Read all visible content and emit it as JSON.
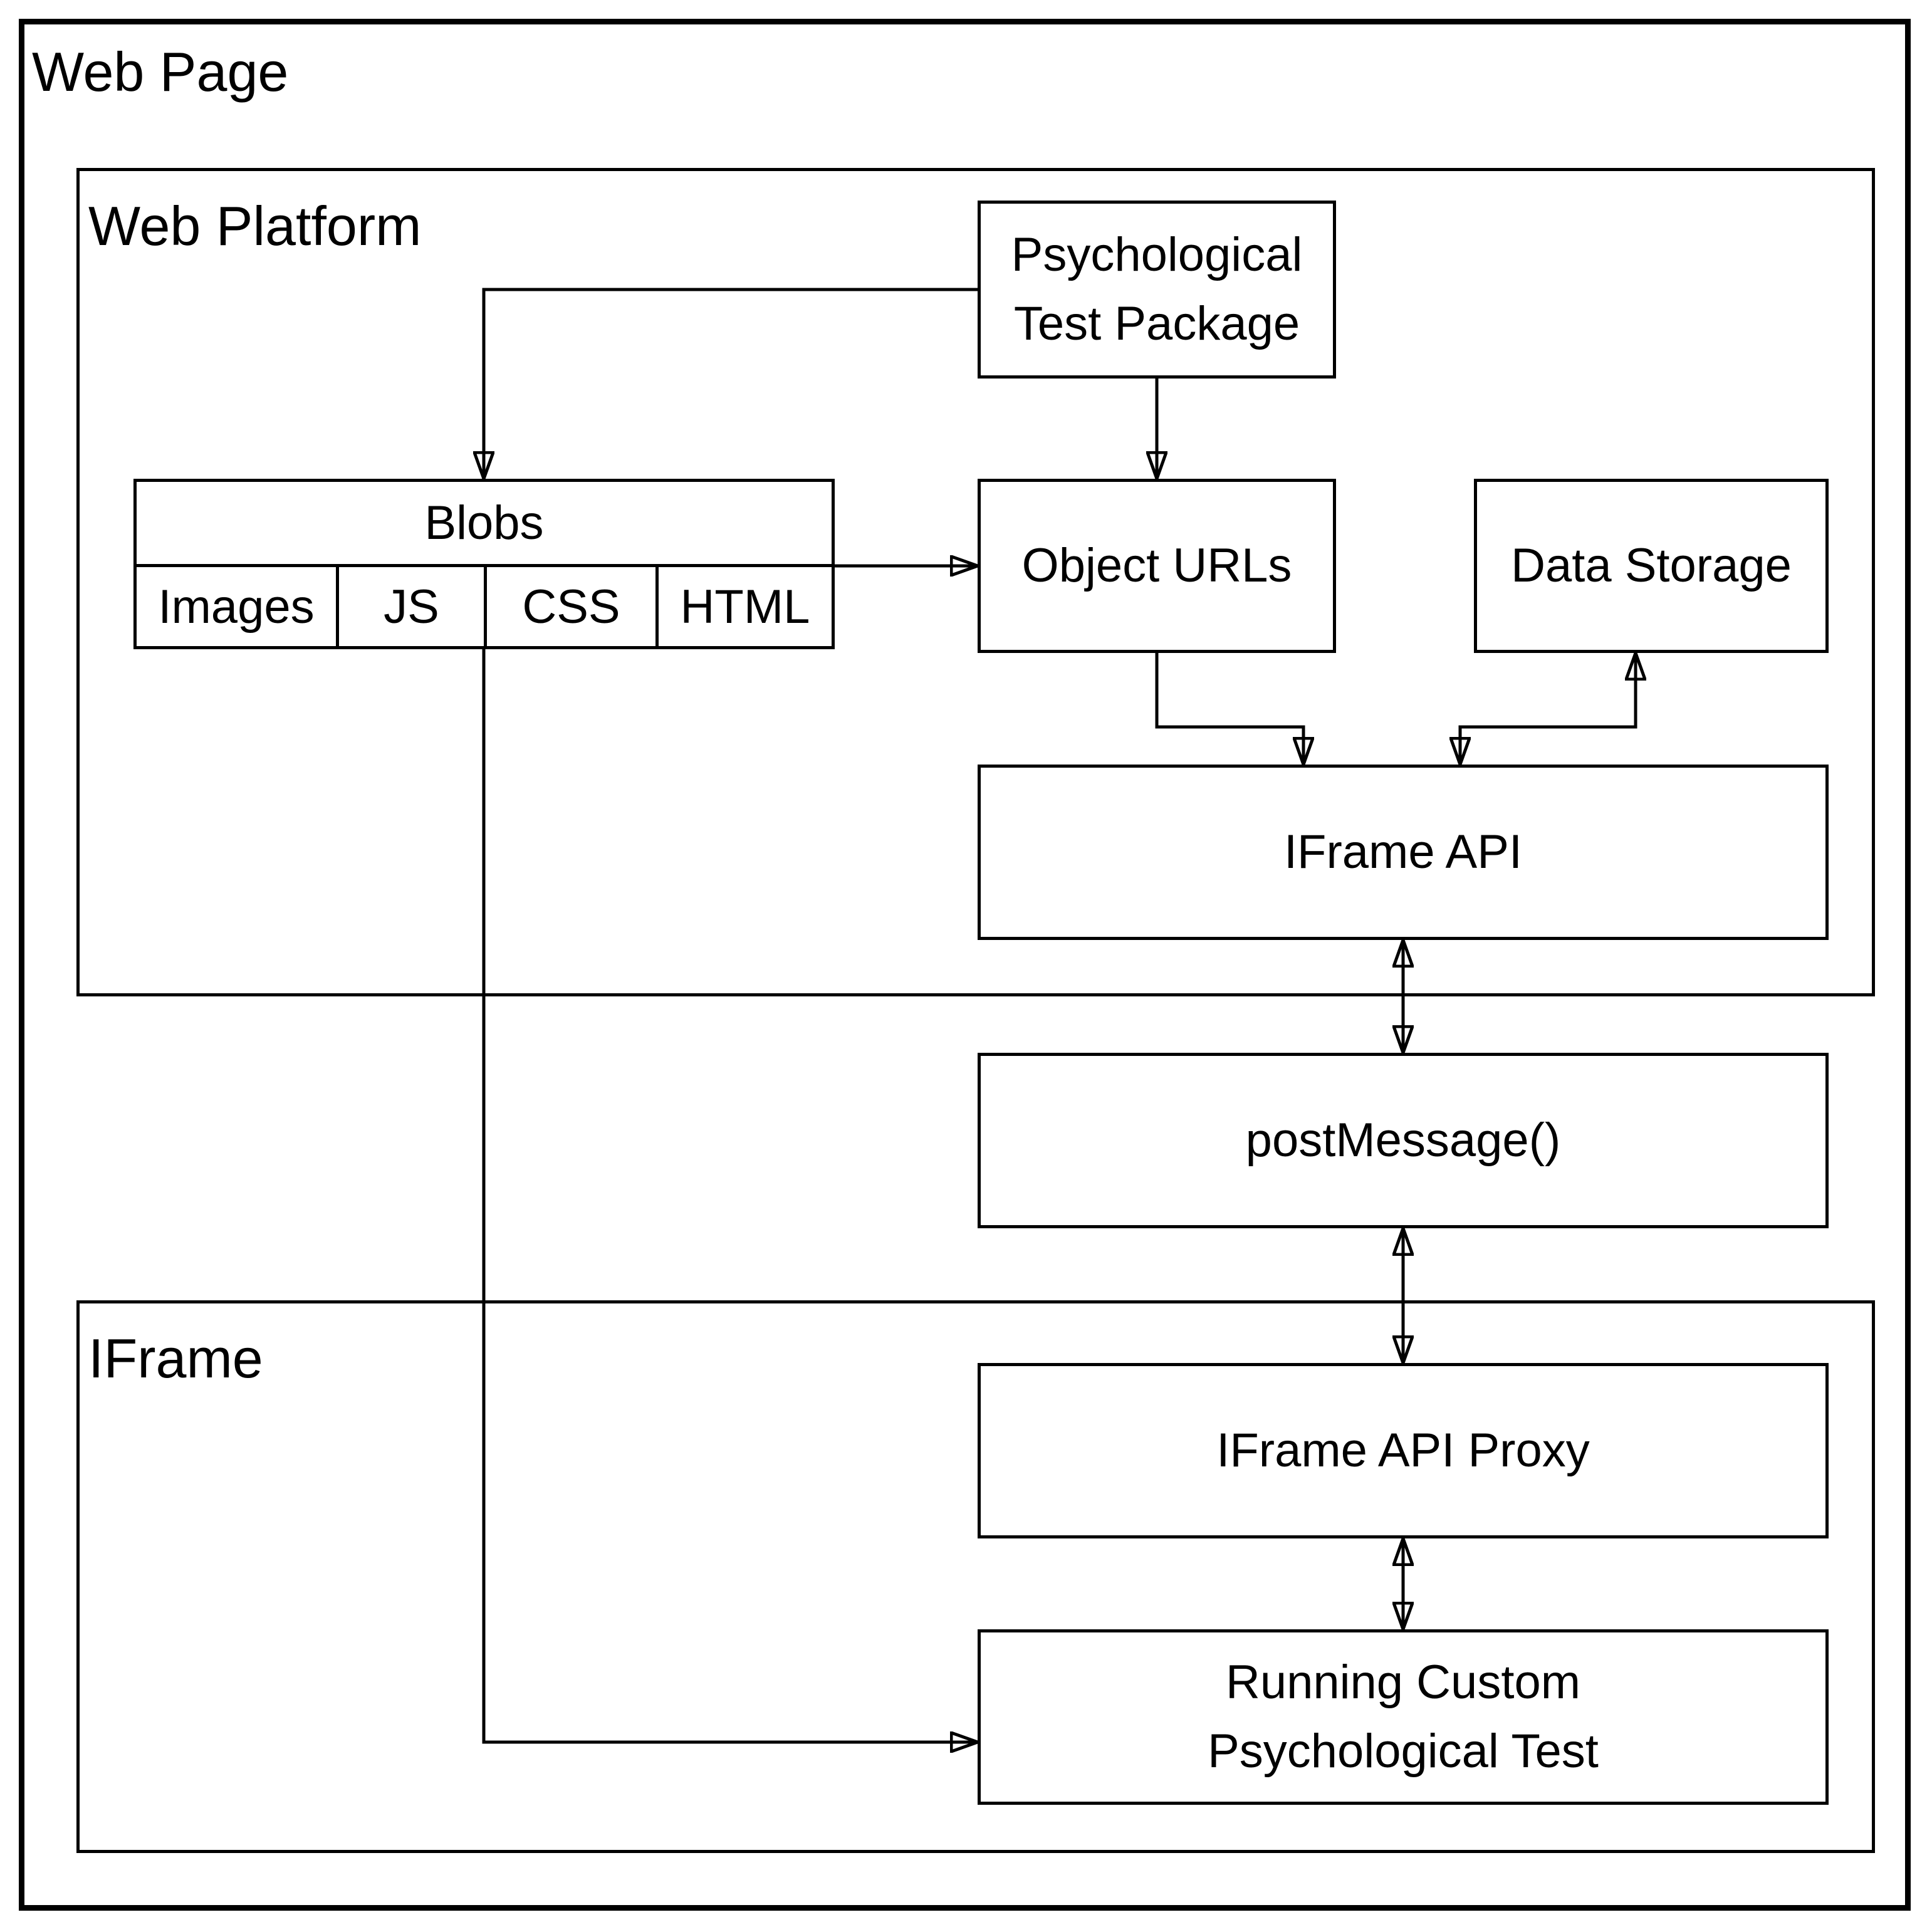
{
  "containers": {
    "web_page": {
      "label": "Web Page"
    },
    "web_platform": {
      "label": "Web Platform"
    },
    "iframe": {
      "label": "IFrame"
    }
  },
  "nodes": {
    "psych_package": {
      "lines": [
        "Psychological",
        "Test Package"
      ]
    },
    "blobs": {
      "label": "Blobs",
      "cells": [
        "Images",
        "JS",
        "CSS",
        "HTML"
      ]
    },
    "object_urls": {
      "label": "Object URLs"
    },
    "data_storage": {
      "label": "Data Storage"
    },
    "iframe_api": {
      "label": "IFrame API"
    },
    "post_message": {
      "label": "postMessage()"
    },
    "iframe_api_proxy": {
      "label": "IFrame API Proxy"
    },
    "running_test": {
      "lines": [
        "Running Custom",
        "Psychological Test"
      ]
    }
  },
  "edges": [
    {
      "from": "psychological-test-package",
      "to": "blobs",
      "type": "arrow"
    },
    {
      "from": "psychological-test-package",
      "to": "object-urls",
      "type": "arrow"
    },
    {
      "from": "blobs",
      "to": "object-urls",
      "type": "arrow"
    },
    {
      "from": "object-urls",
      "to": "iframe-api",
      "type": "arrow"
    },
    {
      "from": "iframe-api",
      "to": "data-storage",
      "type": "bidirectional"
    },
    {
      "from": "iframe-api",
      "to": "post-message",
      "type": "bidirectional"
    },
    {
      "from": "post-message",
      "to": "iframe-api-proxy",
      "type": "bidirectional"
    },
    {
      "from": "iframe-api-proxy",
      "to": "running-custom-psychological-test",
      "type": "bidirectional"
    },
    {
      "from": "blobs",
      "to": "running-custom-psychological-test",
      "type": "arrow"
    }
  ],
  "colors": {
    "stroke": "#000000",
    "background": "#ffffff",
    "text": "#000000"
  }
}
